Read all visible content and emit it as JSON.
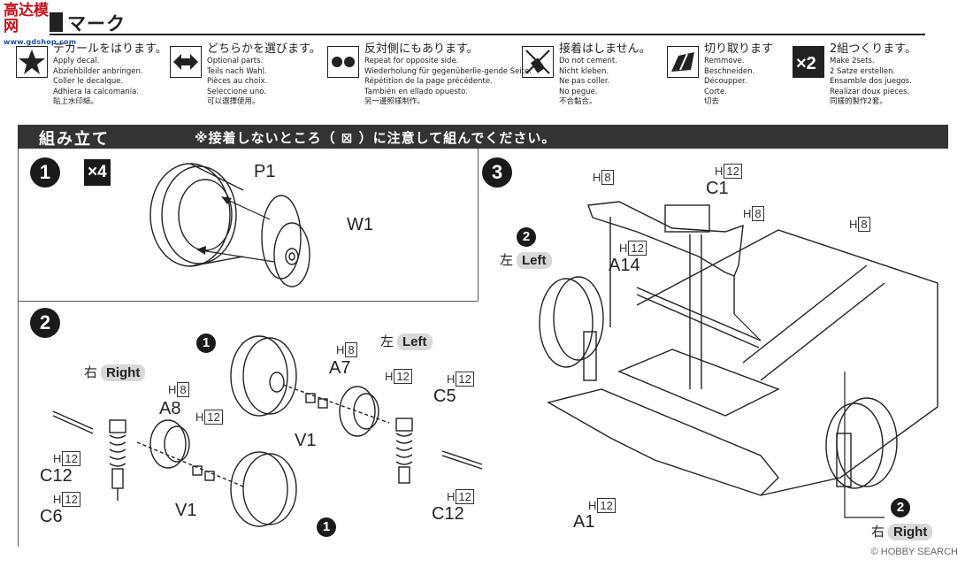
{
  "header": {
    "logo_main": "高达模网",
    "logo_url": "www.gdshop.com",
    "title": "マーク"
  },
  "legend": [
    {
      "jp": "デカールをはります。",
      "lines": [
        "Apply decal.",
        "Abziehbilder anbringen.",
        "Coller le decalque.",
        "Adhiera la calcomania.",
        "貼上水印紙。"
      ],
      "icon": "star-decal-icon"
    },
    {
      "jp": "どちらかを選びます。",
      "lines": [
        "Optional parts.",
        "Teils nach Wahl.",
        "Pièces au choix.",
        "Seleccione uno.",
        "可以選擇使用。"
      ],
      "icon": "double-arrow-icon"
    },
    {
      "jp": "反対側にもあります。",
      "lines": [
        "Repeat for opposite side.",
        "Wiederholung für gegenüberlie-gende Seite.",
        "Répétition de la page précédente.",
        "También en ellado opuesto.",
        "另一邊照樣制作。"
      ],
      "icon": "opposite-side-icon"
    },
    {
      "jp": "接着はしません。",
      "lines": [
        "Do not cement.",
        "Nicht kleben.",
        "Ne pas coller.",
        "No pegue.",
        "不合黏合。"
      ],
      "icon": "no-cement-icon"
    },
    {
      "jp": "切り取ります",
      "lines": [
        "Remmove.",
        "Beschneiden.",
        "Découpper.",
        "Corte.",
        "切去"
      ],
      "icon": "cut-icon"
    },
    {
      "jp": "2組つくります。",
      "lines": [
        "Make 2sets.",
        "2 Satze erstellen.",
        "Ensamble dos juegos.",
        "Realizar doux pieces.",
        "同樣的製作2套。"
      ],
      "icon": "times-two-icon"
    }
  ],
  "assembly": {
    "title": "組み立て",
    "note": "※接着しないところ（ ⊠ ）に注意して組んでください。"
  },
  "step1": {
    "number": "1",
    "multiplier": "×4",
    "parts": [
      "P1",
      "W1"
    ]
  },
  "step2": {
    "number": "2",
    "right_jp": "右",
    "right_en": "Right",
    "left_jp": "左",
    "left_en": "Left",
    "wheel_ref": "1",
    "h8": "8",
    "h12": "12",
    "H": "H",
    "labels": {
      "a8": "A8",
      "a7": "A7",
      "c5": "C5",
      "c12a": "C12",
      "c12b": "C12",
      "c6": "C6",
      "v1a": "V1",
      "v1b": "V1"
    }
  },
  "step3": {
    "number": "3",
    "left_ref": "2",
    "left_jp": "左",
    "left_en": "Left",
    "right_ref": "2",
    "right_jp": "右",
    "right_en": "Right",
    "labels": {
      "c1": "C1",
      "a14": "A14",
      "a1": "A1"
    }
  },
  "watermark": "© HOBBY SEARCH"
}
